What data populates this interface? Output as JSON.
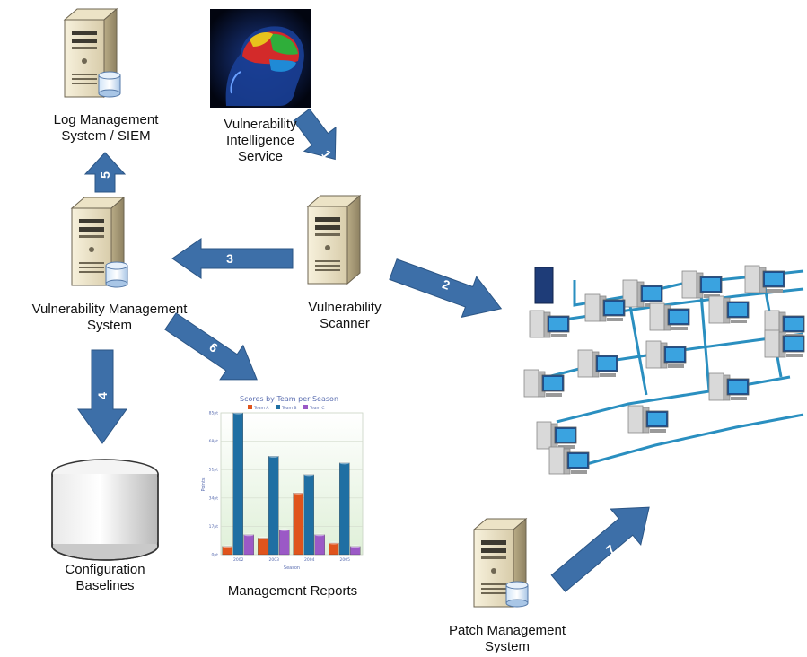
{
  "nodes": {
    "log_management": "Log Management\nSystem / SIEM",
    "vuln_intel": "Vulnerability\nIntelligence\nService",
    "vuln_management": "Vulnerability Management\nSystem",
    "vuln_scanner": "Vulnerability\nScanner",
    "config_baselines": "Configuration\nBaselines",
    "mgmt_reports": "Management Reports",
    "patch_management": "Patch Management\nSystem"
  },
  "arrows": [
    "1",
    "2",
    "3",
    "4",
    "5",
    "6",
    "7"
  ],
  "report_chart": {
    "title": "Scores by Team per Season",
    "legend": [
      "Team A",
      "Team B",
      "Team C"
    ],
    "ylabel": "Points",
    "xlabel": "Season",
    "y_ticks": [
      "0pt",
      "17pt",
      "34pt",
      "51pt",
      "68pt",
      "85pt"
    ],
    "categories": [
      "2002",
      "2003",
      "2004",
      "2005"
    ],
    "colors": [
      "#e0541c",
      "#1f6fa3",
      "#9b59c6"
    ],
    "chart_data": {
      "type": "bar",
      "title": "Scores by Team per Season",
      "xlabel": "Season",
      "ylabel": "Points",
      "categories": [
        "2002",
        "2003",
        "2004",
        "2005"
      ],
      "series": [
        {
          "name": "Team A",
          "values": [
            5,
            10,
            37,
            7
          ]
        },
        {
          "name": "Team B",
          "values": [
            85,
            59,
            48,
            55
          ]
        },
        {
          "name": "Team C",
          "values": [
            12,
            15,
            12,
            5
          ]
        }
      ],
      "ylim": [
        0,
        85
      ]
    }
  }
}
